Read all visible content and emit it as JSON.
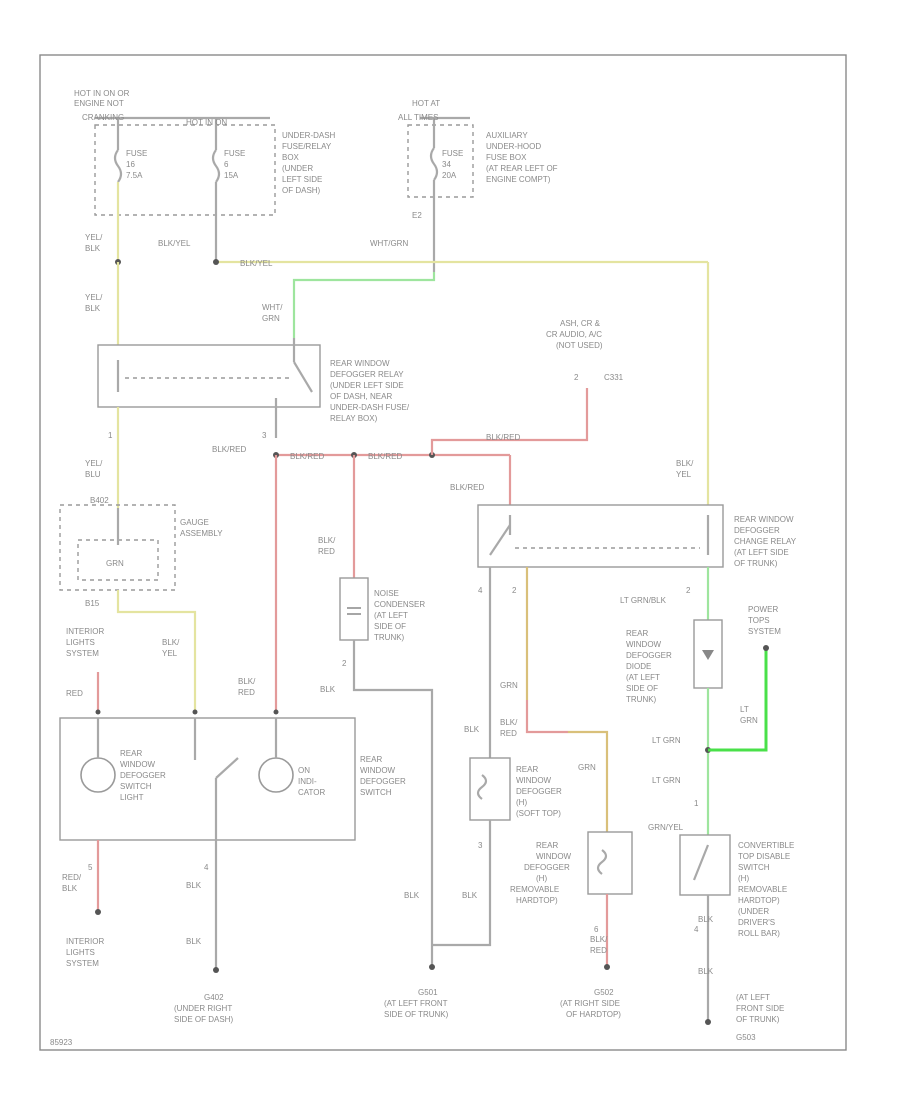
{
  "labels": {
    "hot_in_on": "HOT IN ON OR",
    "engine_not": "ENGINE NOT",
    "cranking": "CRANKING",
    "hot_in_on2": "HOT IN ON",
    "fuse1_a": "FUSE",
    "fuse1_b": "16",
    "fuse1_c": "7.5A",
    "fuse2_a": "FUSE",
    "fuse2_b": "6",
    "fuse2_c": "15A",
    "ucf1": "UNDER-DASH",
    "ucf2": "FUSE/RELAY",
    "ucf3": "BOX",
    "ucf4": "(UNDER",
    "ucf5": "LEFT SIDE",
    "ucf6": "OF DASH)",
    "hot_at1": "HOT AT",
    "hot_at2": "ALL TIMES",
    "fuse3_a": "FUSE",
    "fuse3_b": "34",
    "fuse3_c": "20A",
    "aux1": "AUXILIARY",
    "aux2": "UNDER-HOOD",
    "aux3": "FUSE BOX",
    "aux4": "(AT REAR LEFT OF",
    "aux5": "ENGINE COMPT)",
    "e2": "E2",
    "yel_blk1": "YEL/",
    "yel_blk2": "BLK",
    "blk_yel_a": "BLK/YEL",
    "blk_yel_b": "BLK/YEL",
    "wht_grn": "WHT/GRN",
    "yel_blk3": "YEL/",
    "yel_blk4": "BLK",
    "wht_grn2a": "WHT/",
    "wht_grn2b": "GRN",
    "rr1": "REAR WINDOW",
    "rr2": "DEFOGGER RELAY",
    "rr3": "(UNDER LEFT SIDE",
    "rr4": "OF DASH, NEAR",
    "rr5": "UNDER-DASH FUSE/",
    "rr6": "RELAY BOX)",
    "ash1": "ASH, CR &",
    "ash2": "CR AUDIO, A/C",
    "ash3": "(NOT USED)",
    "c331_num": "2",
    "c331": "C331",
    "blk_red_top": "BLK/RED",
    "blk_red_a": "BLK/RED",
    "blk_red_b": "BLK/RED",
    "blk_red_c": "BLK/RED",
    "num_3": "3",
    "num_1a": "1",
    "num_4a": "4",
    "blk_red_d": "BLK/RED",
    "yel_blu1": "YEL/",
    "yel_blu2": "BLU",
    "b402": "B402",
    "gauge1": "GAUGE",
    "gauge2": "ASSEMBLY",
    "grn_sw": "GRN",
    "b15": "B15",
    "blk_yel_r1": "BLK/",
    "blk_yel_r2": "YEL",
    "cr1": "REAR WINDOW",
    "cr2": "DEFOGGER",
    "cr3": "CHANGE RELAY",
    "cr4": "(AT LEFT SIDE",
    "cr5": "OF TRUNK)",
    "ilt1": "INTERIOR",
    "ilt2": "LIGHTS",
    "ilt3": "SYSTEM",
    "blk_yel_m1": "BLK/",
    "blk_yel_m2": "YEL",
    "blk_red_m1": "BLK/",
    "blk_red_m2": "RED",
    "nc1": "NOISE",
    "nc2": "CONDENSER",
    "nc3": "(AT LEFT",
    "nc4": "SIDE OF",
    "nc5": "TRUNK)",
    "num_2nc": "2",
    "blk_nc": "BLK",
    "num_4b": "4",
    "num_2b": "2",
    "lt_grn_blk": "LT GRN/BLK",
    "num_2c": "2",
    "pts1": "POWER",
    "pts2": "TOPS",
    "pts3": "SYSTEM",
    "dd1": "REAR",
    "dd2": "WINDOW",
    "dd3": "DEFOGGER",
    "dd4": "DIODE",
    "dd5": "(AT LEFT",
    "dd6": "SIDE OF",
    "dd7": "TRUNK)",
    "red1": "RED",
    "blk_red_e1": "BLK/",
    "blk_red_e2": "RED",
    "grn_lbl": "GRN",
    "sw1": "REAR",
    "sw2": "WINDOW",
    "sw3": "DEFOGGER",
    "sw4": "SWITCH",
    "sl1": "REAR",
    "sl2": "WINDOW",
    "sl3": "DEFOGGER",
    "sl4": "SWITCH",
    "sl5": "LIGHT",
    "ind1": "ON",
    "ind2": "INDI-",
    "ind3": "CATOR",
    "blk_a": "BLK",
    "blk_red_f1": "BLK/",
    "blk_red_f2": "RED",
    "grn_d": "GRN",
    "lt_grn_a": "LT GRN",
    "lt_grn_b1": "LT",
    "lt_grn_b2": "GRN",
    "lt_grn_c": "LT GRN",
    "num_1b": "1",
    "num_3b": "3",
    "rd1": "REAR",
    "rd2": "WINDOW",
    "rd3": "DEFOGGER",
    "rd4": "(H)",
    "rd5": "(SOFT TOP)",
    "grn_yel": "GRN/YEL",
    "cv1": "CONVERTIBLE",
    "cv2": "TOP DISABLE",
    "cv3": "SWITCH",
    "cv4": "(H)",
    "cv5": "REMOVABLE",
    "cv6": "HARDTOP)",
    "cv7": "(UNDER",
    "cv8": "DRIVER'S",
    "cv9": "ROLL BAR)",
    "num_6": "6",
    "num_4c": "4",
    "rh1": "REAR",
    "rh2": "WINDOW",
    "rh3": "DEFOGGER",
    "rh4": "(H)",
    "rh5": "REMOVABLE",
    "rh6": "HARDTOP)",
    "num_5": "5",
    "red_blk1": "RED/",
    "red_blk2": "BLK",
    "blk_b": "BLK",
    "blk_c": "BLK",
    "blk_d": "BLK",
    "blk_e": "BLK",
    "blk_f": "BLK",
    "blk_red_g1": "BLK/",
    "blk_red_g2": "RED",
    "num_4d": "4",
    "blk_g": "BLK",
    "ilb1": "INTERIOR",
    "ilb2": "LIGHTS",
    "ilb3": "SYSTEM",
    "g402a": "G402",
    "g402b": "(UNDER RIGHT",
    "g402c": "SIDE OF DASH)",
    "g501a": "G501",
    "g501b": "(AT LEFT FRONT",
    "g501c": "SIDE OF TRUNK)",
    "g502a": "G502",
    "g502b": "(AT RIGHT SIDE",
    "g502c": "OF HARDTOP)",
    "g503a": "(AT LEFT",
    "g503b": "FRONT SIDE",
    "g503c": "OF TRUNK)",
    "g503d": "G503",
    "footer": "85923"
  },
  "colors": {
    "wire_black": "#a9a9a9",
    "wire_yellow": "#e4e4a0",
    "wire_red": "#e39a9a",
    "wire_orange": "#d9c07a",
    "wire_green": "#9ee59e",
    "wire_lightgreen": "#49e049"
  }
}
